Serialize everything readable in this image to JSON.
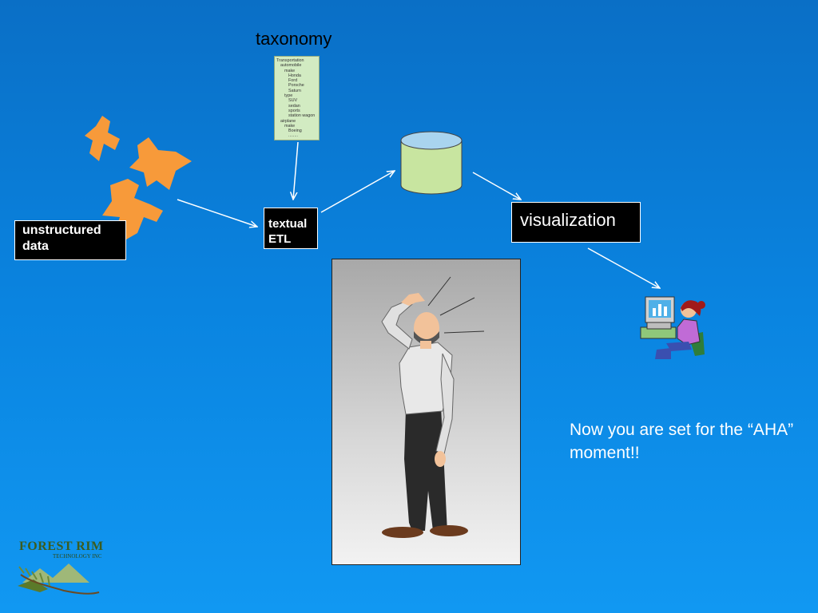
{
  "taxonomy": {
    "label": "taxonomy",
    "lines": [
      {
        "indent": 0,
        "text": "Transportation"
      },
      {
        "indent": 1,
        "text": "automobile"
      },
      {
        "indent": 2,
        "text": "make"
      },
      {
        "indent": 3,
        "text": "Honda"
      },
      {
        "indent": 3,
        "text": "Ford"
      },
      {
        "indent": 3,
        "text": "Porsche"
      },
      {
        "indent": 3,
        "text": "Saturn"
      },
      {
        "indent": 2,
        "text": "type"
      },
      {
        "indent": 3,
        "text": "SUV"
      },
      {
        "indent": 3,
        "text": "sedan"
      },
      {
        "indent": 3,
        "text": "sports"
      },
      {
        "indent": 3,
        "text": "station wagon"
      },
      {
        "indent": 1,
        "text": "airplane"
      },
      {
        "indent": 2,
        "text": "make"
      },
      {
        "indent": 3,
        "text": "Boeing"
      },
      {
        "indent": 3,
        "text": "........"
      }
    ]
  },
  "nodes": {
    "unstructured_data": "unstructured data",
    "textual_etl": "textual ETL",
    "visualization": "visualization"
  },
  "caption": "Now you are set for the “AHA” moment!!",
  "logo": {
    "title": "FOREST RIM",
    "subtitle": "TECHNOLOGY INC"
  },
  "colors": {
    "background_top": "#0a6fc6",
    "background_bottom": "#1198f2",
    "blob": "#f79a3a",
    "database": "#c8e5a0",
    "database_top": "#a9d4ef",
    "box": "#000000"
  }
}
